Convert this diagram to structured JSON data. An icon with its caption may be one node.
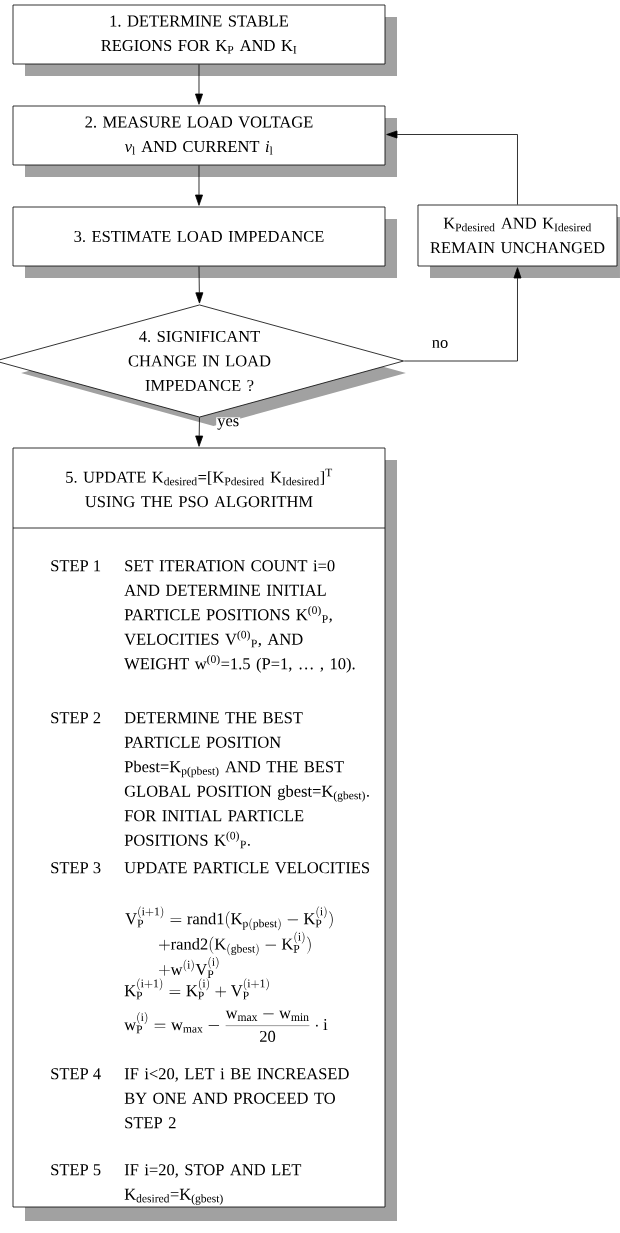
{
  "diagram": {
    "nodes": [
      {
        "text": [
          "1. DETERMINE STABLE REGIONS FOR K$_{P}$ AND K$_{I}$"
        ]
      },
      {
        "text": [
          "2. MEASURE LOAD VOLTAGE *v*$_{l}$ AND CURRENT *i*$_{l}$"
        ]
      },
      {
        "text": [
          "3. ESTIMATE LOAD IMPEDANCE"
        ]
      },
      {
        "text": [
          "4. SIGNIFICANT CHANGE IN LOAD IMPEDANCE ?"
        ]
      },
      {
        "text": [
          "5. UPDATE K$_{desired}$=[K$_{Pdesired}$ K$_{Idesired}$]$^{T}$ USING THE PSO ALGORITHM",
          "STEP 1",
          "SET ITERATION COUNT i=0 AND DETERMINE INITIAL PARTICLE POSITIONS K$^{(0)}$$_{P}$, VELOCITIES V$^{(0)}$$_{P}$, AND WEIGHT w$^{(0)}$=1.5 (P=1, … , 10).",
          "STEP 2",
          "DETERMINE THE BEST PARTICLE POSITION Pbest=K$_{p(pbest)}$ AND THE BEST GLOBAL POSITION gbest=K$_{(gbest)}$. FOR INITIAL PARTICLE POSITIONS K$^{(0)}$$_{P}$.",
          "STEP 3",
          "UPDATE PARTICLE VELOCITIES",
          "\\begin{array}{l}\\mathrm{V^{(i+1)}_{P}=rand1(K_{p(pbest)}-K^{(i)}_{P})}\\\\ \\qquad\\mathrm{+rand2(K_{(gbest)}-K^{(i)}_{P})}\\\\ \\qquad\\mathrm{+w^{(i)}V^{(i)}_{P}}\\end{array}",
          "\\mathrm{K^{(i+1)}_{P}=K^{(i)}_{P}+V^{(i+1)}_{P}}",
          "\\mathrm{w^{(i)}_{P}=w_{max}-\\frac{w_{max}-w_{min}}{20}\\cdot i}",
          "STEP 4",
          "IF i<20, LET i BE INCREASED BY ONE AND PROCEED TO STEP 2",
          "STEP 5",
          "IF i=20, STOP AND LET K$_{desired}$=K$_{(gbest)}$"
        ]
      },
      {
        "text": [
          "K$_{Pdesired}$ AND K$_{Idesired}$ REMAIN UNCHANGED"
        ]
      }
    ],
    "edges": [
      {
        "from": 0,
        "to": 1,
        "arrow": "to"
      },
      {
        "from": 1,
        "to": 2,
        "arrow": "to"
      },
      {
        "from": 2,
        "to": 3,
        "arrow": "to"
      },
      {
        "from": 3,
        "to": 4,
        "arrow": "to",
        "label": "yes"
      },
      {
        "from": 3,
        "to": 5,
        "arrow": "to",
        "label": "no"
      },
      {
        "from": 5,
        "to": 1,
        "arrow": "to"
      }
    ]
  }
}
